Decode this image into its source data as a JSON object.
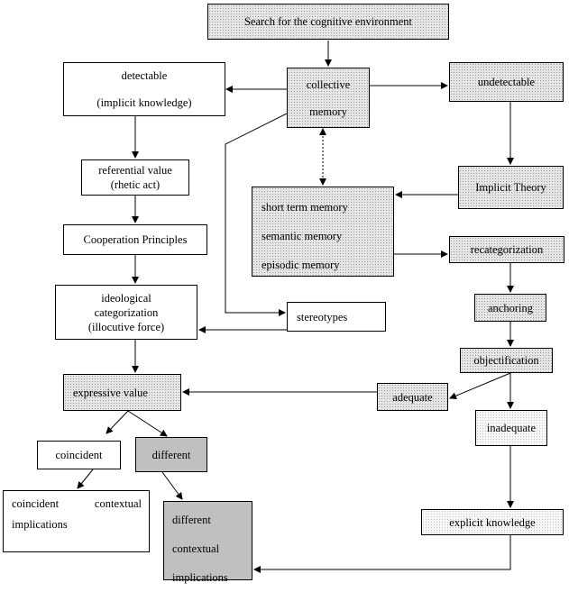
{
  "nodes": {
    "search": "Search for the cognitive environment",
    "collective": [
      "collective",
      "memory"
    ],
    "detectable": [
      "detectable",
      "(implicit knowledge)"
    ],
    "undetectable": "undetectable",
    "referential": [
      "referential value",
      "(rhetic act)"
    ],
    "cooperation": "Cooperation Principles",
    "implicit_theory": "Implicit Theory",
    "memory_types": [
      "short term memory",
      "semantic memory",
      "episodic memory"
    ],
    "recategorization": "recategorization",
    "ideological": [
      "ideological",
      "categorization",
      "(illocutive force)"
    ],
    "stereotypes": "stereotypes",
    "anchoring": "anchoring",
    "objectification": "objectification",
    "expressive": "expressive value",
    "adequate": "adequate",
    "inadequate": "inadequate",
    "coincident": "coincident",
    "different": "different",
    "coincident_impl": [
      "coincident",
      "contextual",
      "implications"
    ],
    "different_impl": [
      "different",
      "contextual",
      "implications"
    ],
    "explicit": "explicit knowledge"
  }
}
